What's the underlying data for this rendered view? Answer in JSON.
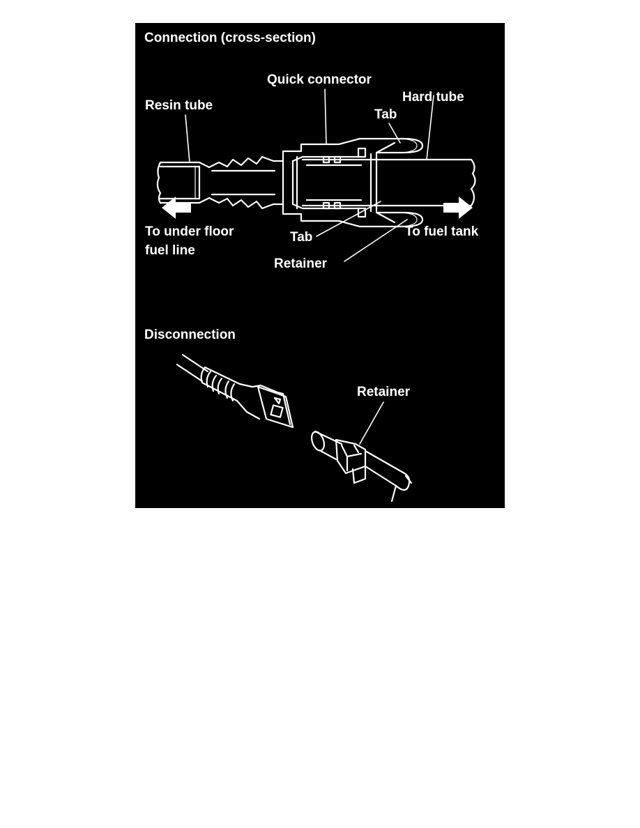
{
  "colors": {
    "background": "#000000",
    "lines": "#ffffff",
    "page": "#ffffff"
  },
  "connection": {
    "title": "Connection (cross-section)",
    "labels": {
      "quick_connector": "Quick connector",
      "resin_tube": "Resin tube",
      "hard_tube": "Hard tube",
      "tab_upper": "Tab",
      "tab_lower": "Tab",
      "retainer": "Retainer",
      "to_under_floor": "To under floor\nfuel line",
      "to_fuel_tank": "To fuel tank"
    },
    "arrows": {
      "left": "left-arrow-icon",
      "right": "right-arrow-icon"
    }
  },
  "disconnection": {
    "title": "Disconnection",
    "labels": {
      "retainer": "Retainer"
    }
  }
}
